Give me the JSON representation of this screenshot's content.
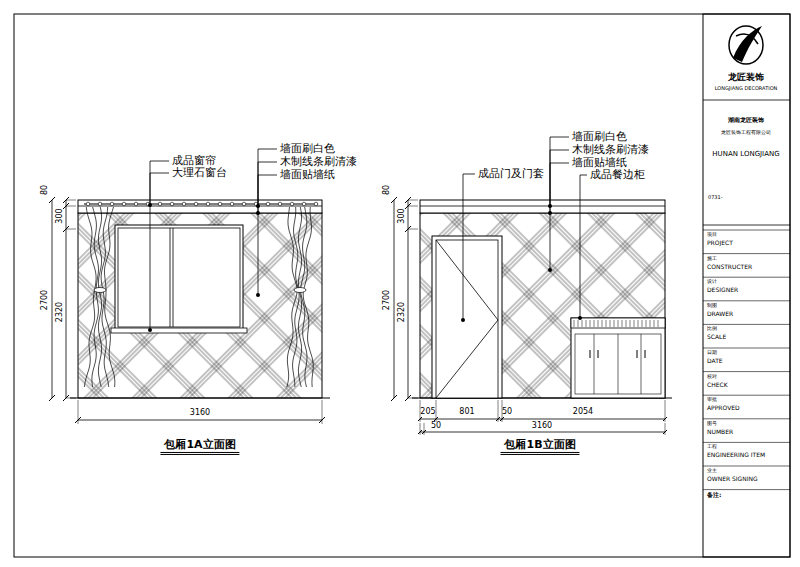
{
  "diagram": {
    "labels": [
      "成品窗帘",
      "大理石窗台",
      "墙面刷白色",
      "木制线条刷清漆",
      "墙面贴墙纸",
      "80",
      "300",
      "2700",
      "2320",
      "3160",
      "包厢1A立面图",
      "成品门及门套",
      "墙面刷白色",
      "木制线条刷清漆",
      "墙面贴墙纸",
      "成品餐边柜",
      "80",
      "300",
      "2700",
      "2320",
      "205",
      "801",
      "50",
      "2054",
      "50",
      "3160",
      "包厢1B立面图",
      "龙匠装饰",
      "LONGJIANG DECORATION",
      "湖南龙匠装饰",
      "龙匠装饰工程有限公司",
      "HUNAN LONGJIANG",
      "0731-",
      "项目",
      "PROJECT",
      "施工",
      "CONSTRUCTER",
      "设计",
      "DESIGNER",
      "制图",
      "DRAWER",
      "比例",
      "SCALE",
      "日期",
      "DATE",
      "校对",
      "CHECK",
      "审批",
      "APPROVED",
      "图号",
      "NUMBER",
      "工程",
      "ENGINEERING ITEM",
      "业主",
      "OWNER SIGNING",
      "备注:"
    ]
  }
}
